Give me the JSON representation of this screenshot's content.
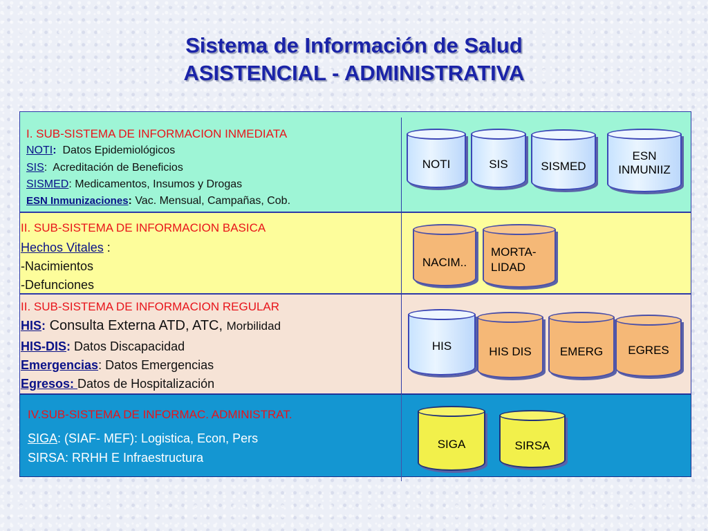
{
  "title": {
    "line1": "Sistema de Información de Salud",
    "line2": "ASISTENCIAL - ADMINISTRATIVA"
  },
  "sections": [
    {
      "heading": "I. SUB-SISTEMA DE INFORMACION INMEDIATA",
      "lines": [
        {
          "label": "NOTI",
          "sep": ":",
          "text": "  Datos Epidemiológicos"
        },
        {
          "label": "SIS",
          "sep": ":",
          "text": "  Acreditación de Beneficios"
        },
        {
          "label": "SISMED",
          "sep": ":",
          "text": " Medicamentos, Insumos y Drogas"
        },
        {
          "label": "ESN Inmunizaciones",
          "sep": ":",
          "text": " Vac. Mensual, Campañas, Cob."
        }
      ],
      "databases": [
        "NOTI",
        "SIS",
        "SISMED",
        "ESN INMUNIIZ"
      ],
      "color": "#9ef5d6"
    },
    {
      "heading": "II. SUB-SISTEMA DE INFORMACION BASICA",
      "lines": [
        {
          "label": "Hechos Vitales",
          "sep": " :",
          "text": ""
        },
        {
          "label": "",
          "sep": "",
          "text": "-Nacimientos"
        },
        {
          "label": "",
          "sep": "",
          "text": "-Defunciones"
        }
      ],
      "databases": [
        "NACIM..",
        "MORTA-LIDAD"
      ],
      "color": "#fdfd9b"
    },
    {
      "heading": "II. SUB-SISTEMA DE INFORMACION REGULAR",
      "lines": [
        {
          "label": "HIS",
          "sep": ":",
          "text": " Consulta Externa ATD, ATC, ",
          "extra": "Morbilidad"
        },
        {
          "label": "HIS-DIS",
          "sep": ":",
          "text": " Datos Discapacidad"
        },
        {
          "label": "Emergencias",
          "sep": ":",
          "text": " Datos Emergencias"
        },
        {
          "label": "Egresos: ",
          "sep": "",
          "text": "Datos de Hospitalización"
        }
      ],
      "databases": [
        "HIS",
        "HIS DIS",
        "EMERG",
        "EGRES"
      ],
      "color": "#f6e3d6"
    },
    {
      "heading": "IV.SUB-SISTEMA DE INFORMAC. ADMINISTRAT.",
      "lines": [
        {
          "label": "SIGA",
          "sep": ": ",
          "text": "(SIAF- MEF): Logistica, Econ, Pers"
        },
        {
          "label": "",
          "sep": "",
          "text": "SIRSA: RRHH E Infraestructura"
        }
      ],
      "databases": [
        "SIGA",
        "SIRSA"
      ],
      "color": "#1496d2"
    }
  ]
}
